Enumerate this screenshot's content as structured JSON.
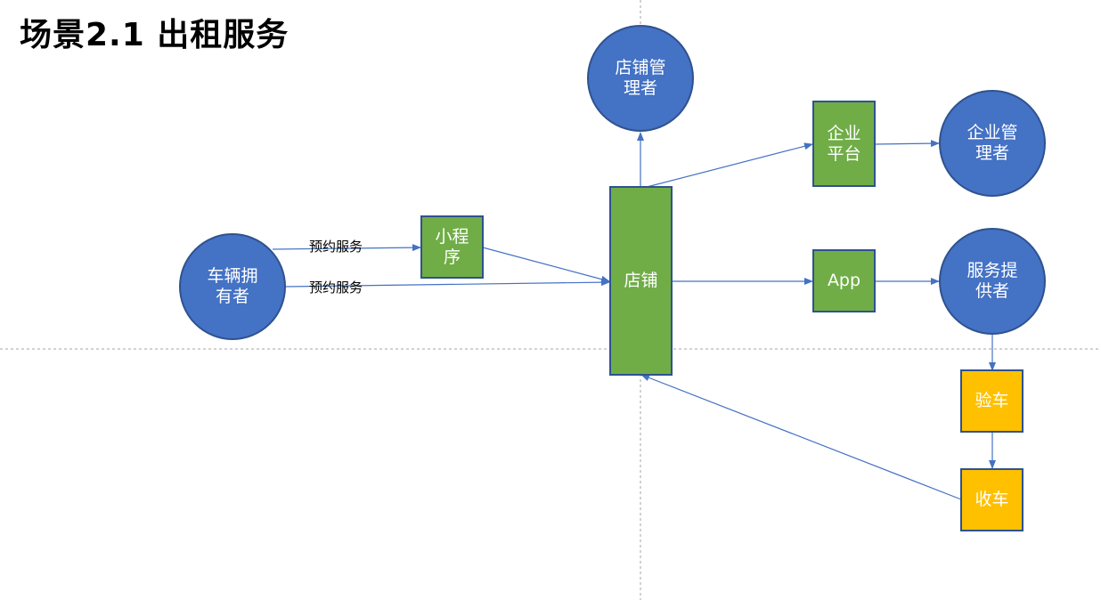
{
  "title": "场景2.1 出租服务",
  "nodes": {
    "store_manager": "店铺管\n理者",
    "enterprise_platform": "企业\n平台",
    "enterprise_manager": "企业管\n理者",
    "vehicle_owner": "车辆拥\n有者",
    "mini_program": "小程\n序",
    "store": "店铺",
    "app": "App",
    "service_provider": "服务提\n供者",
    "inspect_car": "验车",
    "receive_car": "收车"
  },
  "edge_labels": {
    "book_service_1": "预约服务",
    "book_service_2": "预约服务"
  },
  "colors": {
    "circle_fill": "#4472c4",
    "circle_border": "#2f528f",
    "green_box": "#70ad47",
    "yellow_box": "#ffc000",
    "arrow": "#4472c4",
    "guide_line": "#a6a6a6"
  }
}
